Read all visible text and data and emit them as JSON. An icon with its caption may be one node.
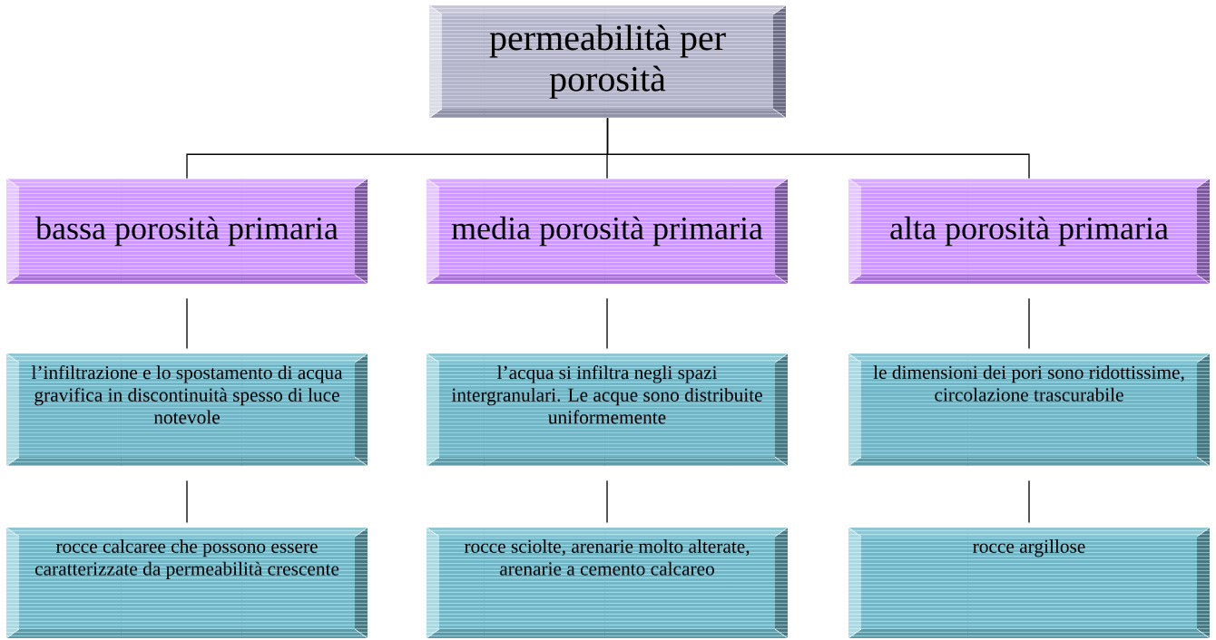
{
  "diagram": {
    "nodes": [
      {
        "text": [
          "permeabilità per porosità"
        ]
      },
      {
        "text": [
          "bassa porosità primaria"
        ]
      },
      {
        "text": [
          "media porosità primaria"
        ]
      },
      {
        "text": [
          "alta porosità primaria"
        ]
      },
      {
        "text": [
          "l’infiltrazione e lo spostamento di acqua gravifica in discontinuità spesso di luce notevole"
        ]
      },
      {
        "text": [
          "l’acqua si infiltra negli spazi intergranulari. Le acque sono distribuite uniformemente"
        ]
      },
      {
        "text": [
          "le dimensioni dei pori sono ridottissime, circolazione trascurabile"
        ]
      },
      {
        "text": [
          "rocce calcaree che possono essere caratterizzate da permeabilità crescente"
        ]
      },
      {
        "text": [
          "rocce sciolte, arenarie molto alterate, arenarie a cemento calcareo"
        ]
      },
      {
        "text": [
          "rocce argillose"
        ]
      }
    ],
    "edges": [
      {
        "from": 0,
        "to": 1,
        "arrow": "none"
      },
      {
        "from": 0,
        "to": 2,
        "arrow": "none"
      },
      {
        "from": 0,
        "to": 3,
        "arrow": "none"
      },
      {
        "from": 1,
        "to": 4,
        "arrow": "none"
      },
      {
        "from": 2,
        "to": 5,
        "arrow": "none"
      },
      {
        "from": 3,
        "to": 6,
        "arrow": "none"
      },
      {
        "from": 4,
        "to": 7,
        "arrow": "none"
      },
      {
        "from": 5,
        "to": 8,
        "arrow": "none"
      },
      {
        "from": 6,
        "to": 9,
        "arrow": "none"
      }
    ]
  }
}
